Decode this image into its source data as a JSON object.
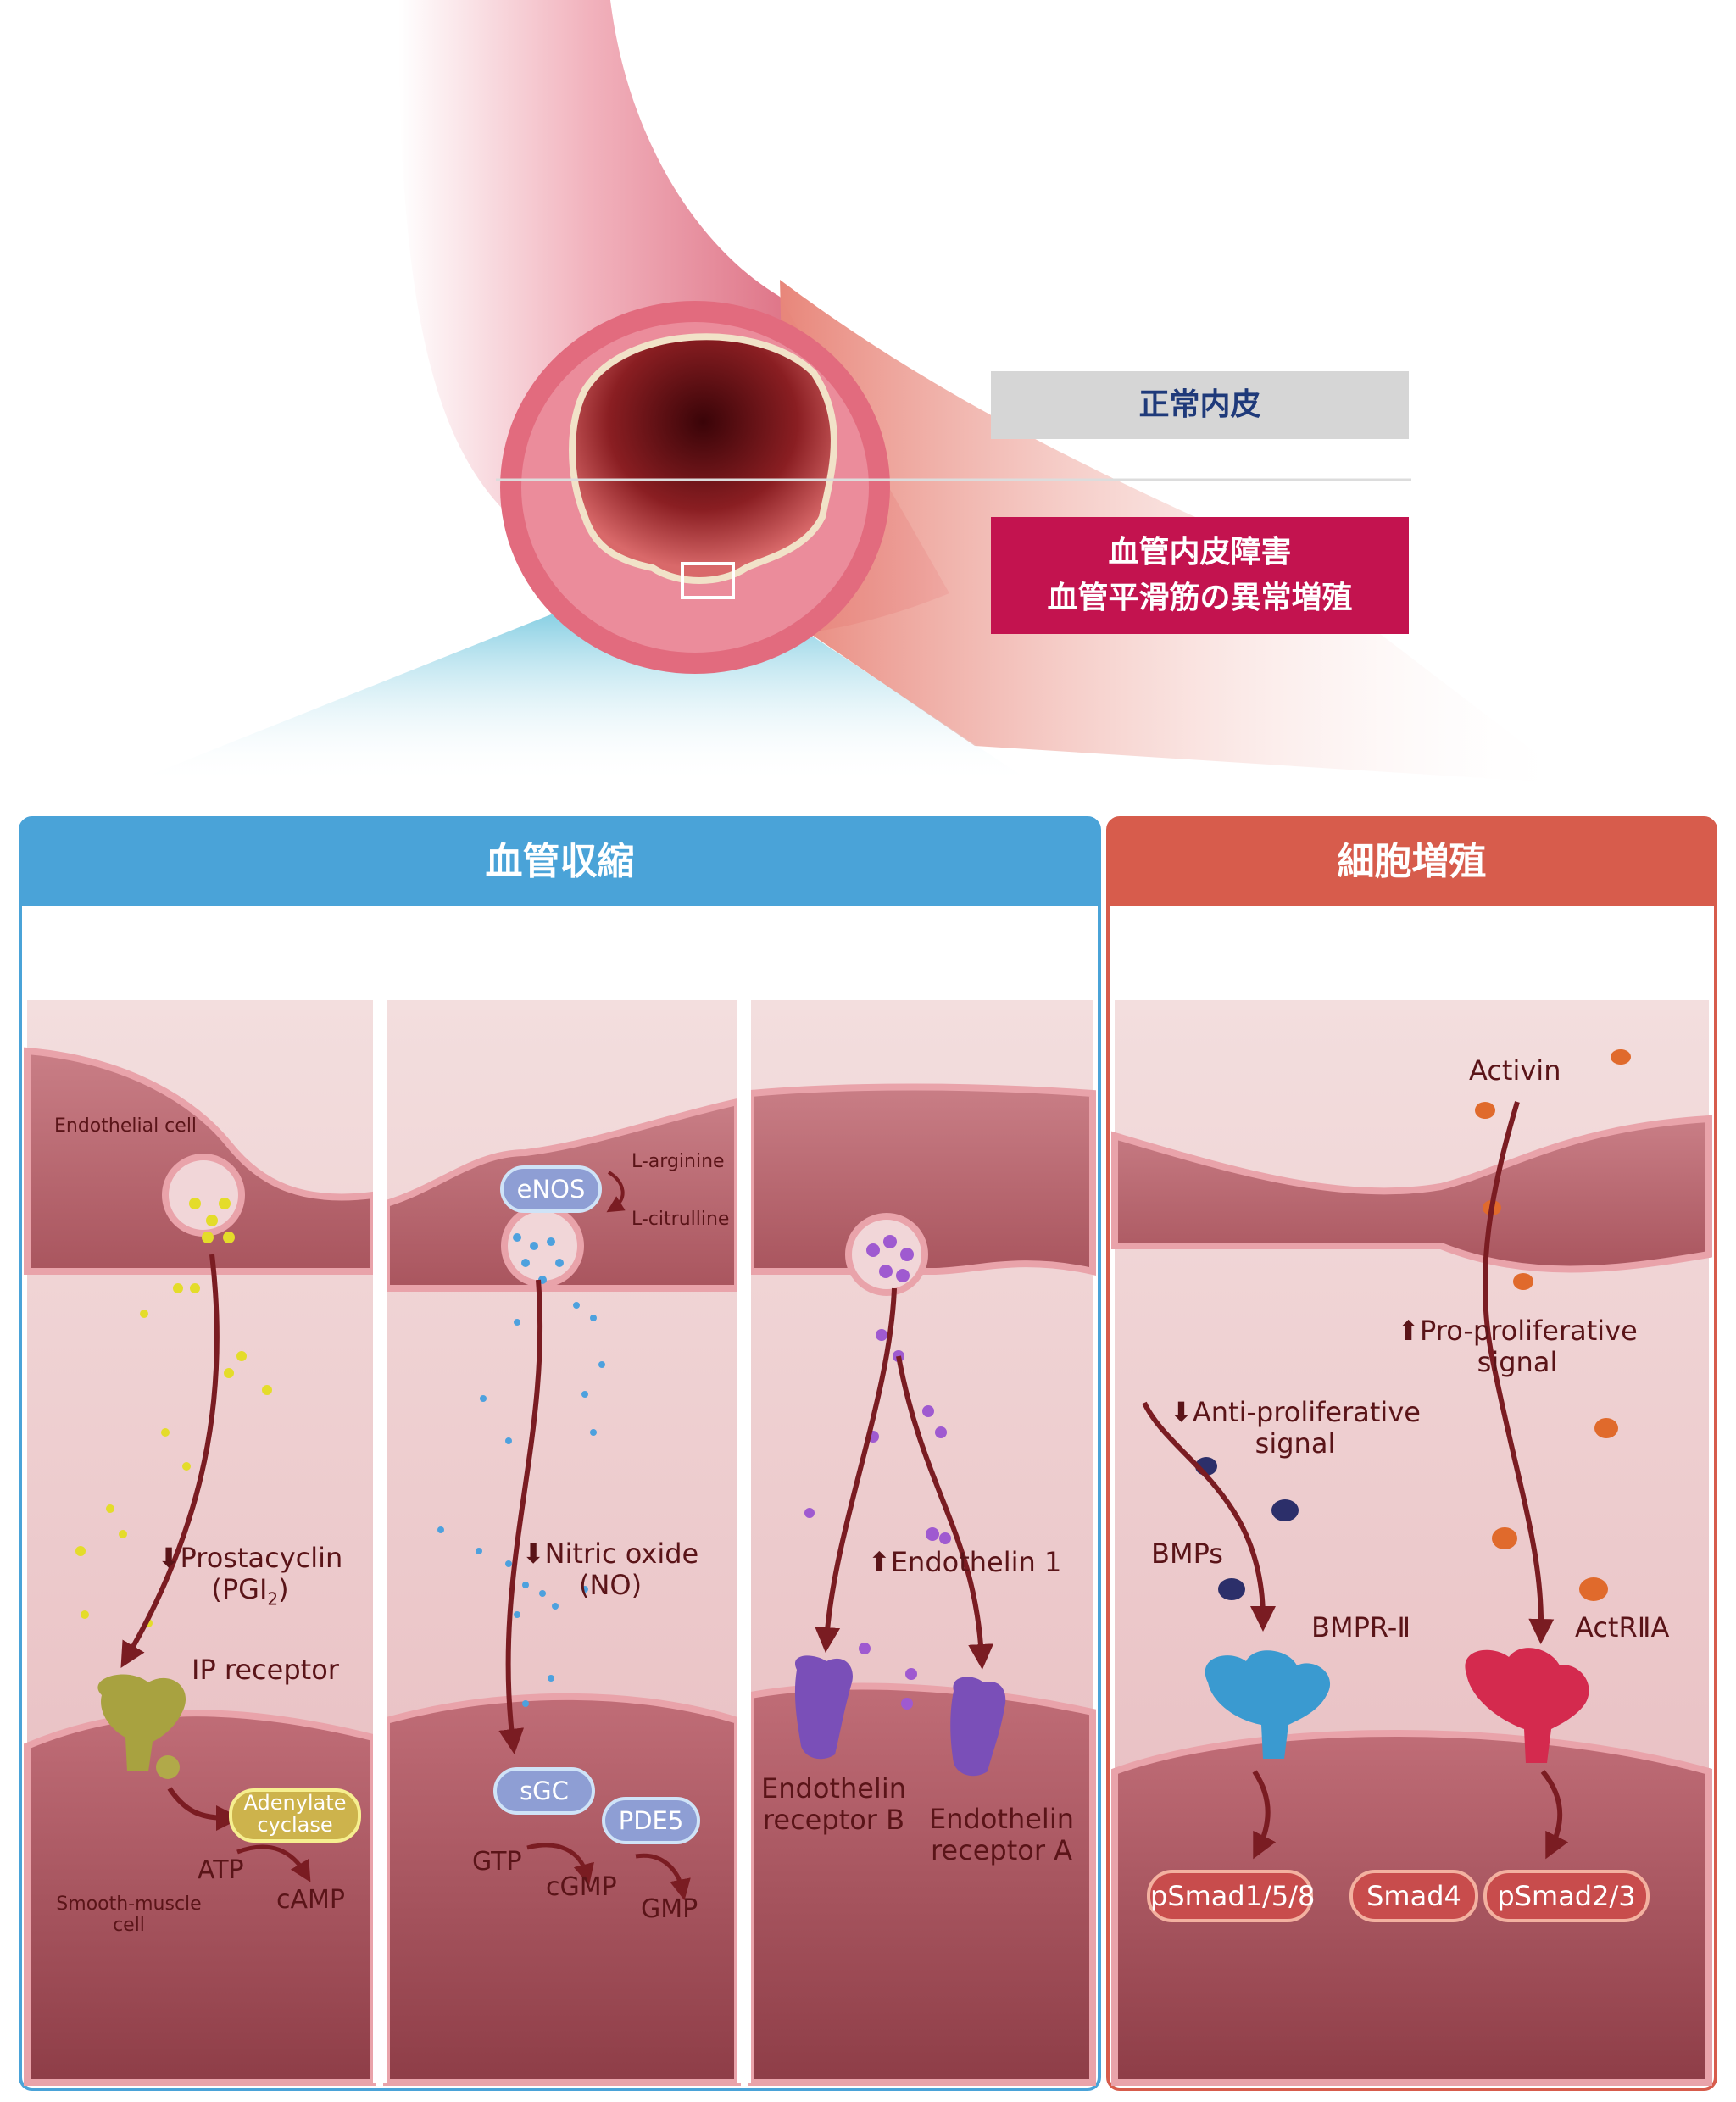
{
  "legend": {
    "normal": "正常内皮",
    "damaged_line1": "血管内皮障害",
    "damaged_line2": "血管平滑筋の異常増殖"
  },
  "panels": {
    "left_title": "血管収縮",
    "right_title": "細胞増殖"
  },
  "column1": {
    "endothelial_cell": "Endothelial cell",
    "prostacyclin": "Prostacyclin",
    "pgi_prefix": "(PGI",
    "pgi_sub": "2",
    "pgi_suffix": ")",
    "ip_receptor": "IP receptor",
    "adenylate_line1": "Adenylate",
    "adenylate_line2": "cyclase",
    "atp": "ATP",
    "camp": "cAMP",
    "smooth_line1": "Smooth-muscle",
    "smooth_line2": "cell"
  },
  "column2": {
    "enos": "eNOS",
    "l_arginine": "L-arginine",
    "l_citrulline": "L-citrulline",
    "nitric_oxide": "Nitric oxide",
    "no": "(NO)",
    "sgc": "sGC",
    "pde5": "PDE5",
    "gtp": "GTP",
    "cgmp": "cGMP",
    "gmp": "GMP"
  },
  "column3": {
    "endothelin": "Endothelin 1",
    "receptor_b_line1": "Endothelin",
    "receptor_b_line2": "receptor B",
    "receptor_a_line1": "Endothelin",
    "receptor_a_line2": "receptor A"
  },
  "column4": {
    "activin": "Activin",
    "pro_line1": "Pro-proliferative",
    "pro_line2": "signal",
    "anti_line1": "Anti-proliferative",
    "anti_line2": "signal",
    "bmps": "BMPs",
    "bmpr": "BMPR-Ⅱ",
    "actr": "ActRⅡA",
    "psmad158": "pSmad1/5/8",
    "smad4": "Smad4",
    "psmad23": "pSmad2/3"
  },
  "colors": {
    "left_panel": "#4aa3d8",
    "right_panel": "#d75c4c",
    "damage": "#c3134f",
    "arrow": "#7a1c22"
  }
}
